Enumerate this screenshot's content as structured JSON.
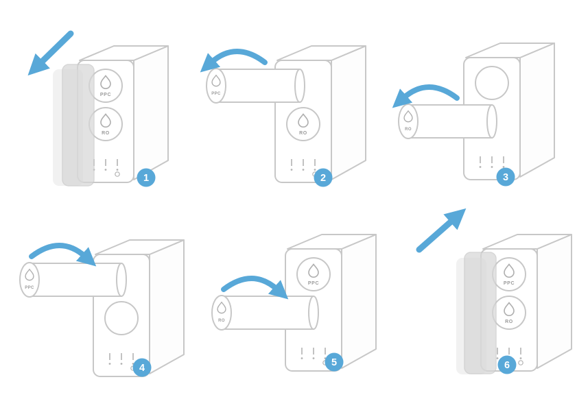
{
  "diagram": {
    "type": "instruction-steps",
    "subject": "water-purifier-filter-replacement",
    "colors": {
      "accent": "#58a8d8",
      "outline": "#c7c7c7",
      "cover": "#d7d7d7"
    },
    "labels": {
      "ppc": "PPC",
      "ro": "RO"
    },
    "steps": [
      {
        "num": "1"
      },
      {
        "num": "2"
      },
      {
        "num": "3"
      },
      {
        "num": "4"
      },
      {
        "num": "5"
      },
      {
        "num": "6"
      }
    ]
  }
}
